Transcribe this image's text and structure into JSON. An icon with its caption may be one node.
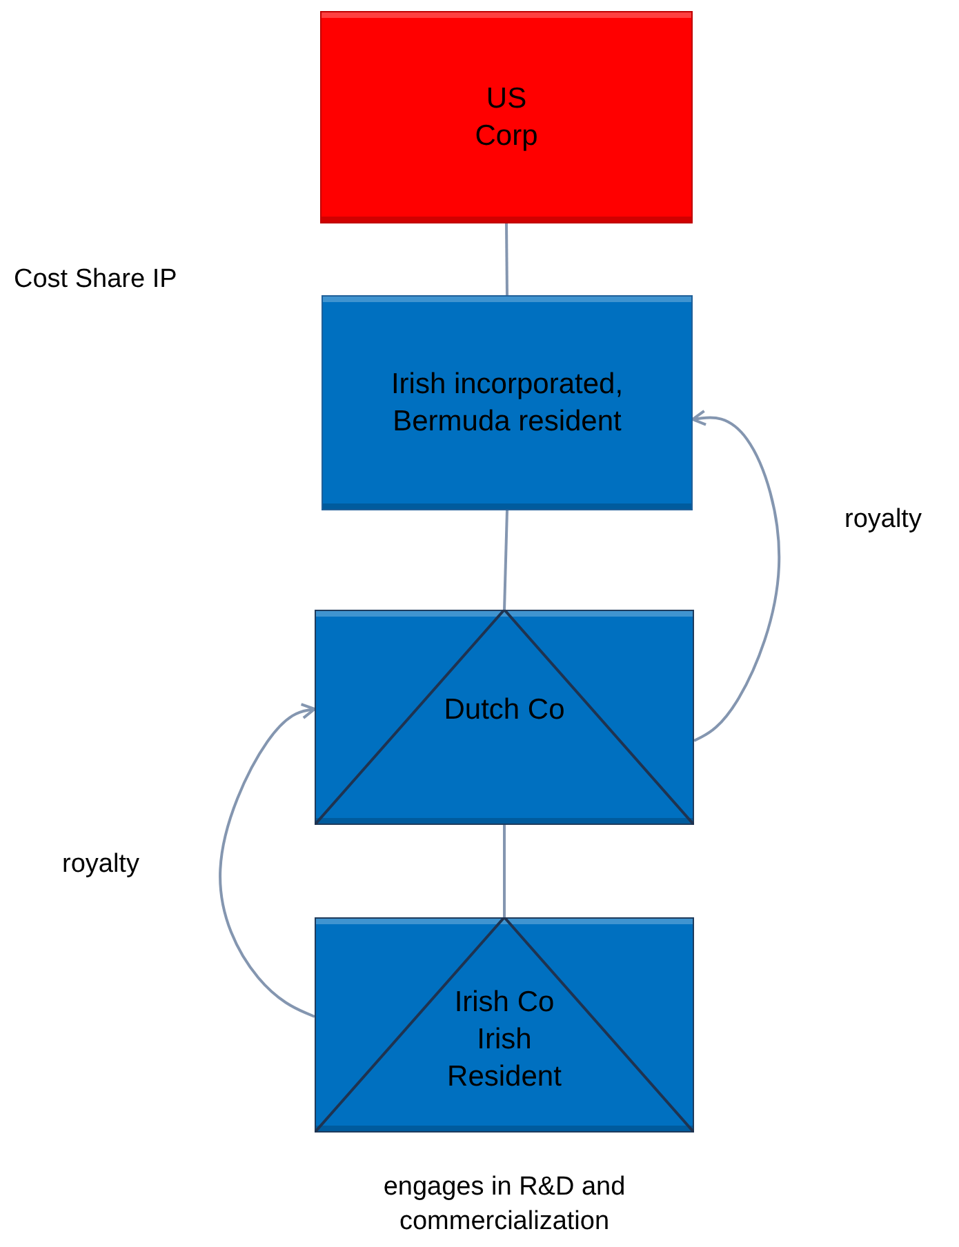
{
  "diagram": {
    "nodes": [
      {
        "text": [
          "US Corp"
        ]
      },
      {
        "text": [
          "Irish incorporated, Bermuda resident"
        ]
      },
      {
        "text": [
          "Dutch Co"
        ]
      },
      {
        "text": [
          "Irish Co Irish Resident"
        ],
        "beside": [
          "engages in R&D and commercialization"
        ]
      }
    ],
    "edges": [
      {
        "from": 0,
        "to": 1,
        "arrow": "none"
      },
      {
        "from": 1,
        "to": 2,
        "arrow": "none"
      },
      {
        "from": 2,
        "to": 3,
        "arrow": "none"
      },
      {
        "from": 2,
        "to": 1,
        "arrow": "to",
        "label": "royalty"
      },
      {
        "from": 3,
        "to": 2,
        "arrow": "to",
        "label": "royalty"
      }
    ],
    "labels": [
      "Cost Share IP"
    ]
  }
}
